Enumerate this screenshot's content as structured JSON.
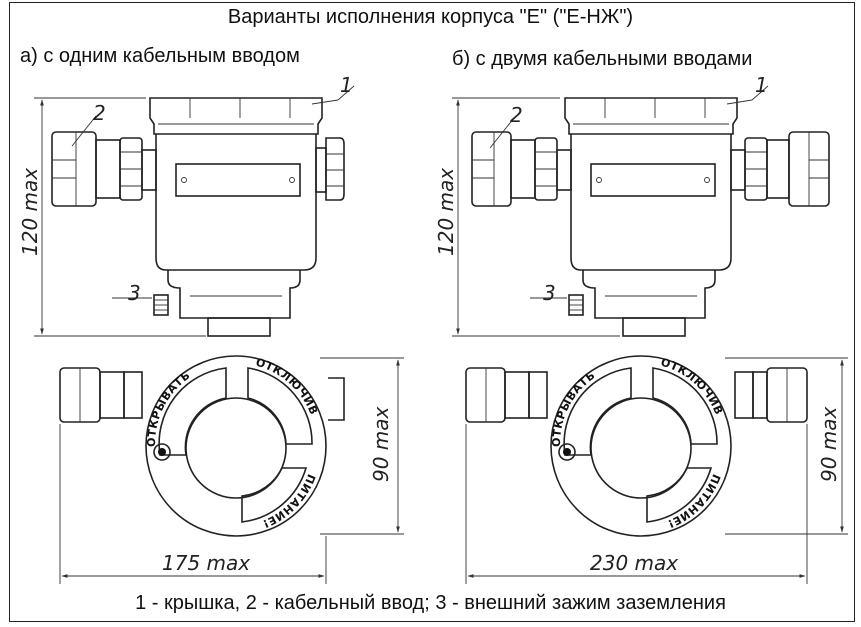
{
  "title": "Варианты исполнения корпуса \"Е\" (\"Е-НЖ\")",
  "variant_a": {
    "caption": "а) с одним кабельным вводом",
    "height_dim": "120 max",
    "depth_dim": "90 max",
    "width_dim": "175 max",
    "callouts": [
      "1",
      "2",
      "3"
    ]
  },
  "variant_b": {
    "caption": "б) с двумя кабельными вводами",
    "height_dim": "120 max",
    "depth_dim": "90 max",
    "width_dim": "230 max",
    "callouts": [
      "1",
      "2",
      "3"
    ]
  },
  "ring_labels": {
    "open": "ОТКРЫВАТЬ",
    "disconnect": "ОТКЛЮЧИВ",
    "power": "ПИТАНИЕ!"
  },
  "legend": "1 - крышка, 2 - кабельный ввод; 3 - внешний зажим заземления"
}
